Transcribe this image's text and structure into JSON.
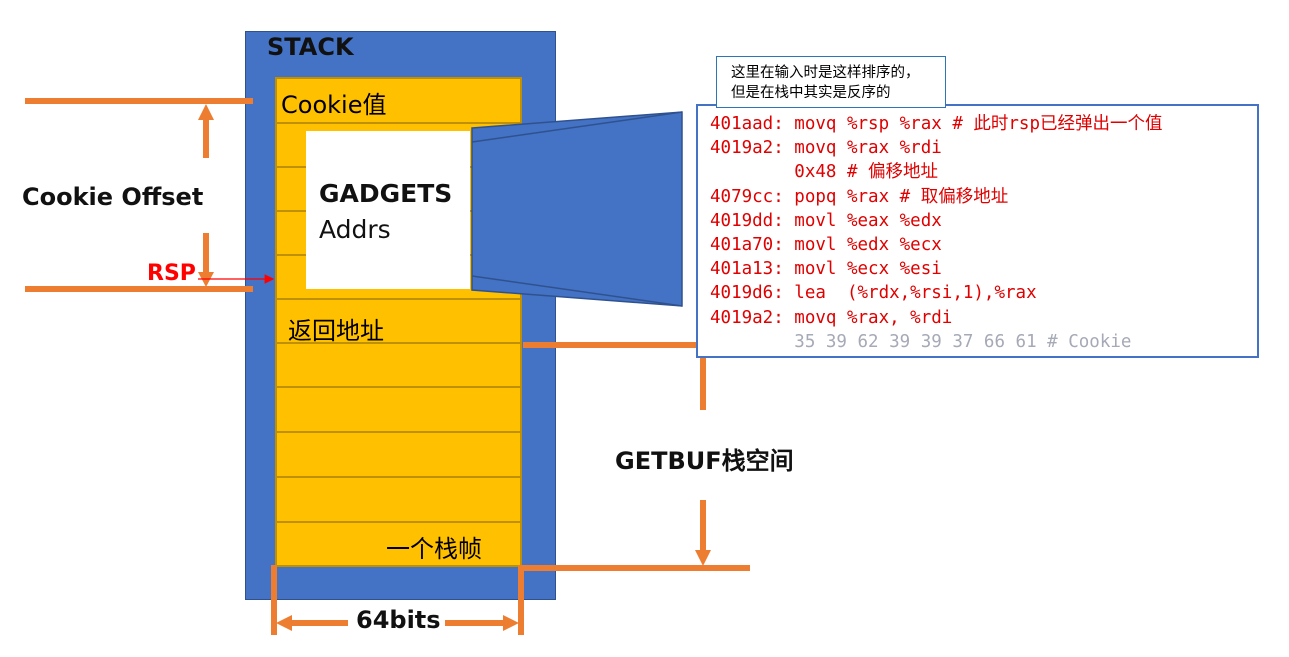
{
  "diagram": {
    "stack_title": "STACK",
    "cells": {
      "cookie_value": "Cookie值",
      "return_address": "返回地址",
      "stack_frame": "一个栈帧"
    },
    "gadgets_label": [
      "GADGETS",
      "Addrs"
    ],
    "cookie_offset_label": "Cookie Offset",
    "rsp_label": "RSP",
    "getbuf_label": "GETBUF栈空间",
    "width_label": "64bits",
    "note": {
      "lines": [
        "这里在输入时是这样排序的，",
        "但是在栈中其实是反序的"
      ]
    },
    "code": {
      "lines": [
        {
          "text": "401aad: movq %rsp %rax # 此时rsp已经弹出一个值",
          "style": "red"
        },
        {
          "text": "4019a2: movq %rax %rdi",
          "style": "red"
        },
        {
          "text": "        0x48 # 偏移地址",
          "style": "red"
        },
        {
          "text": "4079cc: popq %rax # 取偏移地址",
          "style": "red"
        },
        {
          "text": "4019dd: movl %eax %edx",
          "style": "red"
        },
        {
          "text": "401a70: movl %edx %ecx",
          "style": "red"
        },
        {
          "text": "401a13: movl %ecx %esi",
          "style": "red"
        },
        {
          "text": "4019d6: lea  (%rdx,%rsi,1),%rax",
          "style": "red"
        },
        {
          "text": "4019a2: movq %rax, %rdi",
          "style": "red"
        },
        {
          "text": "        35 39 62 39 39 37 66 61 # Cookie",
          "style": "gray"
        }
      ]
    },
    "colors": {
      "stack_blue": "#4472c4",
      "cell_yellow": "#ffc000",
      "arrow_orange": "#ed7d31",
      "code_red": "#e00000",
      "rsp_red": "#ff0000"
    }
  }
}
